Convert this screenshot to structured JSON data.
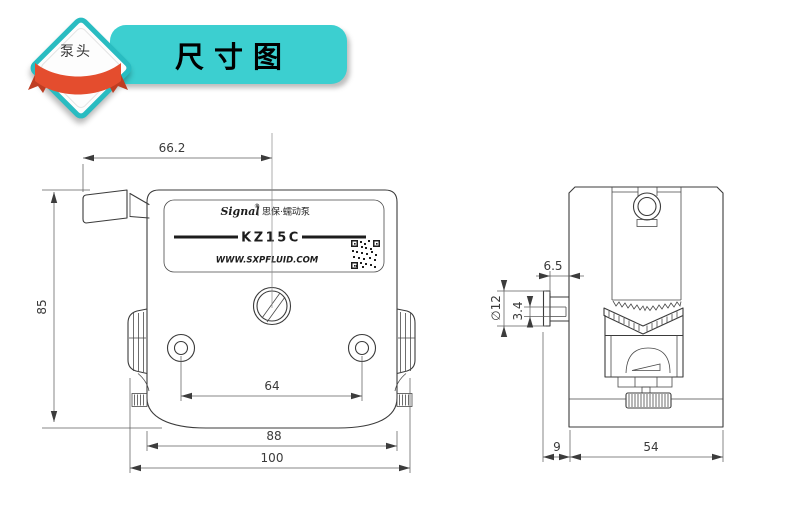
{
  "header": {
    "badge_label": "泵头",
    "title": "尺寸图",
    "colors": {
      "banner": "#3ccfd0",
      "diamond_border": "#29bcc1",
      "ribbon": "#e44d2e",
      "ribbon_fold": "#bf3d22"
    }
  },
  "drawing": {
    "front_view": {
      "label": {
        "brand": "Signal",
        "reg": "®",
        "brand_cn": "思保·蠕动泵",
        "model": "KZ15C",
        "website": "WWW.SXPFLUID.COM"
      },
      "dims": {
        "handle_to_center": "66.2",
        "height": "85",
        "hole_spacing": "64",
        "body_width": "88",
        "overall_width": "100"
      }
    },
    "side_view": {
      "dims": {
        "neck_length": "6.5",
        "groove_width": "3.4",
        "port_diameter": "∅12",
        "flange_offset": "9",
        "body_depth": "54"
      }
    }
  }
}
